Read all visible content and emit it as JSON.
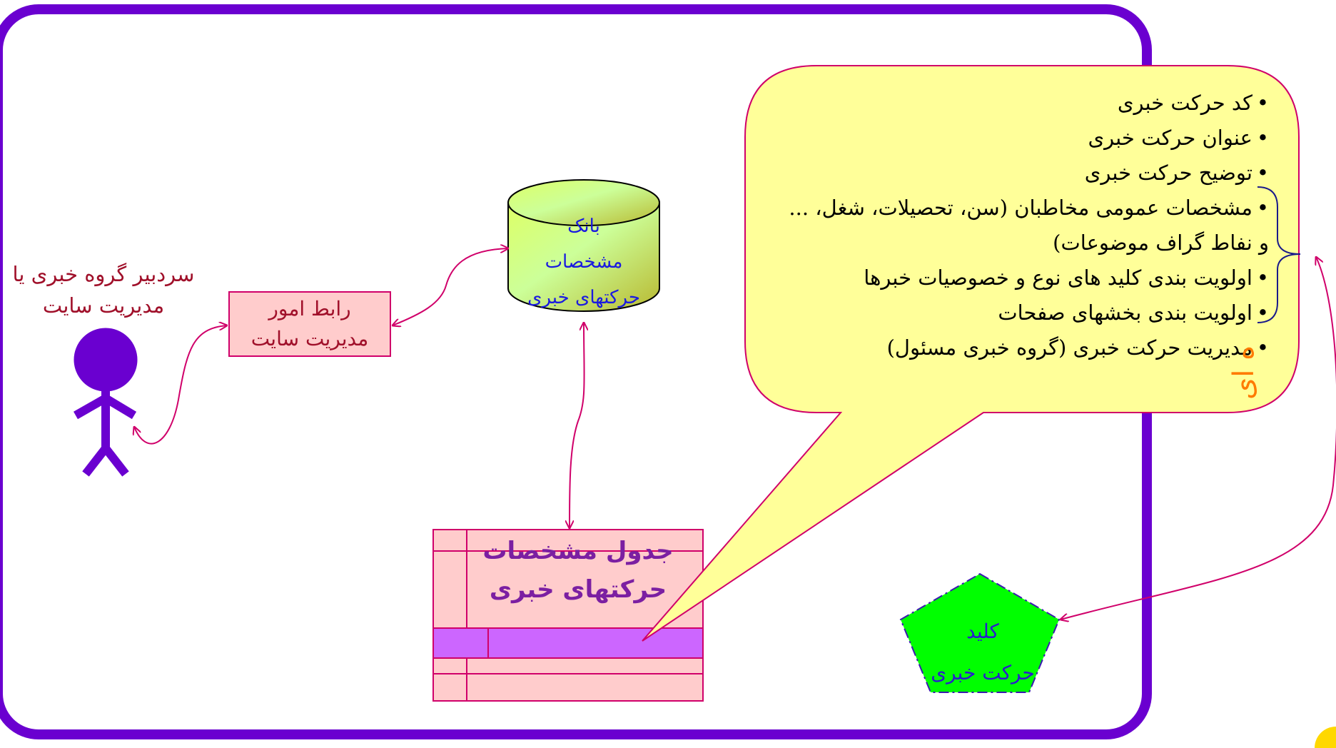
{
  "actor": {
    "label_line1": "سردبیر گروه خبری یا",
    "label_line2": "مدیریت سایت"
  },
  "liaison": {
    "line1": "رابط  امور",
    "line2": "مدیریت  سایت"
  },
  "database": {
    "line1": "بانک",
    "line2": "مشخصات",
    "line3": "حرکتهای خبری"
  },
  "table": {
    "line1": "جدول مشخصات",
    "line2": "حرکتهای خبری"
  },
  "key": {
    "line1": "کلید",
    "line2": "حرکت خبری"
  },
  "callout": {
    "items": [
      "کد حرکت خبری",
      "عنوان حرکت خبری",
      "توضیح حرکت خبری",
      "مشخصات عمومی مخاطبان (سن، تحصیلات، شغل، ... و نفاط گراف موضوعات)",
      "اولویت بندی کلید های نوع و خصوصیات خبرها",
      "اولویت بندی بخشهای صفحات",
      "مدیریت حرکت خبری (گروه خبری مسئول)"
    ],
    "bullet": "•"
  },
  "side_label": "ه ای",
  "colors": {
    "frame": "#6a00d0",
    "actor": "#6a00d0",
    "arrows": "#d0006a",
    "callout_fill": "#ffff99",
    "key_fill": "#00ff00",
    "table_fill": "#ffcccc",
    "table_band": "#cc66ff"
  }
}
